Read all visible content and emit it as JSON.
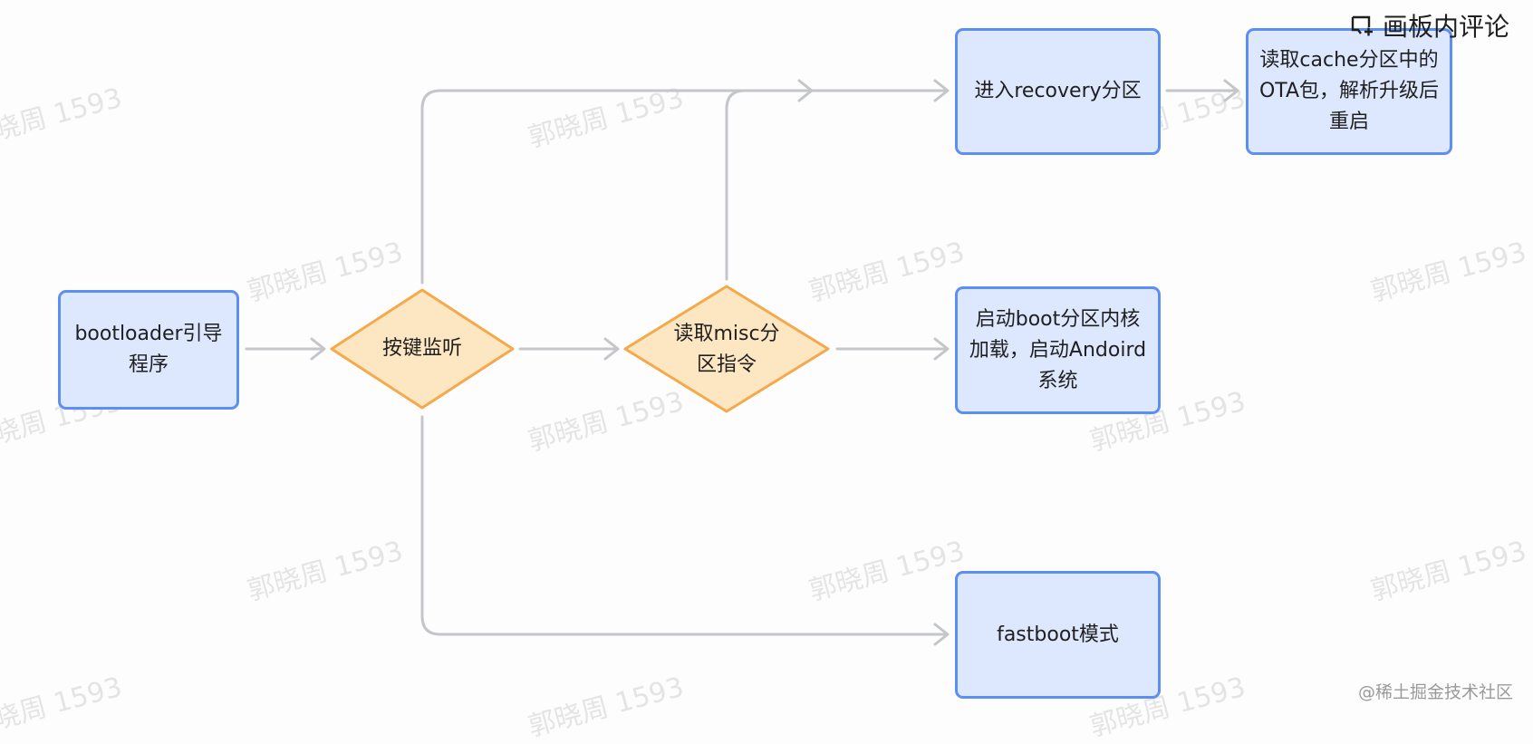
{
  "nodes": {
    "bootloader": "bootloader引导程序",
    "key_listen": "按键监听",
    "read_misc": "读取misc分区指令",
    "recovery": "进入recovery分区",
    "read_cache": "读取cache分区中的OTA包，解析升级后重启",
    "boot": "启动boot分区内核加载，启动Andoird系统",
    "fastboot": "fastboot模式"
  },
  "toolbar": {
    "comment_label": "画板内评论",
    "comment_icon": "comment-plus-icon"
  },
  "watermark_text": "郭晓周 1593",
  "footer_brand": "@稀土掘金技术社区",
  "colors": {
    "process_fill": "#dde7fd",
    "process_border": "#5b8ff1",
    "decision_fill": "#fde7c2",
    "decision_border": "#f5a94a",
    "connector": "#c4c6c9"
  }
}
